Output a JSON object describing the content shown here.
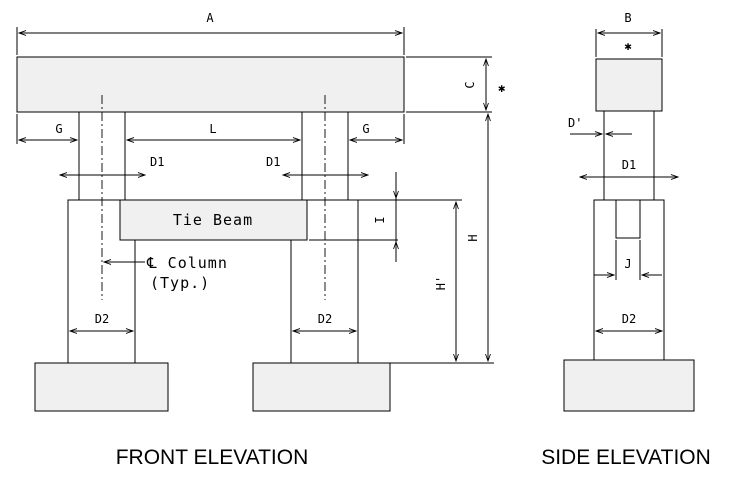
{
  "front": {
    "dims": {
      "a": "A",
      "g_left": "G",
      "l": "L",
      "g_right": "G",
      "d1_left": "D1",
      "d1_right": "D1",
      "d2_left": "D2",
      "d2_right": "D2",
      "c": "C",
      "i": "I",
      "h": "H",
      "h_prime": "H'"
    },
    "star": "✱",
    "tie_beam_label": "Tie Beam",
    "column_note_line1": "℄ Column",
    "column_note_line2": "(Typ.)",
    "caption": "FRONT ELEVATION"
  },
  "side": {
    "dims": {
      "b": "B",
      "d_prime": "D'",
      "d1": "D1",
      "j": "J",
      "d2": "D2"
    },
    "star": "✱",
    "caption": "SIDE ELEVATION"
  }
}
